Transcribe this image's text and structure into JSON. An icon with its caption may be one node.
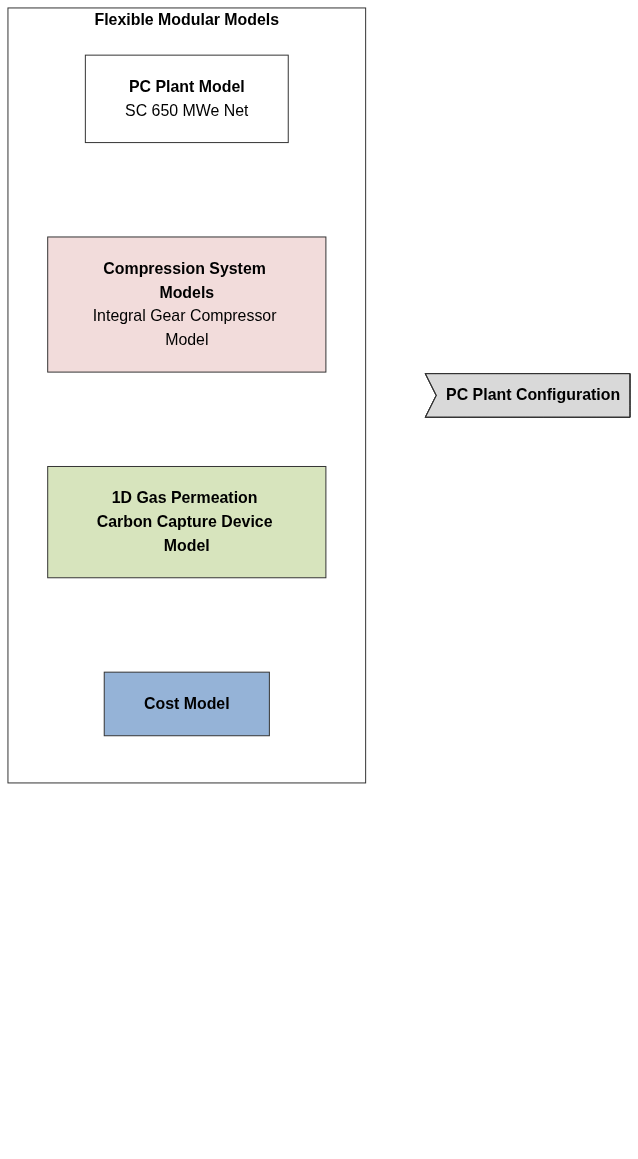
{
  "diagram": {
    "nodes": [
      {
        "text": [
          "PC Plant Configuration"
        ]
      },
      {
        "text": [
          "Flexible Modular Models"
        ]
      },
      {
        "text": [
          "PC Plant Model",
          "SC 650 MWe Net"
        ],
        "in": 1
      },
      {
        "text": [
          "Compression System Models",
          "Integral Gear Compressor Model"
        ],
        "in": 1
      },
      {
        "text": [
          "1D Gas Permeation Carbon Capture Device Model"
        ],
        "in": 1
      },
      {
        "text": [
          "Cost Model"
        ],
        "in": 1
      }
    ],
    "edges": []
  }
}
